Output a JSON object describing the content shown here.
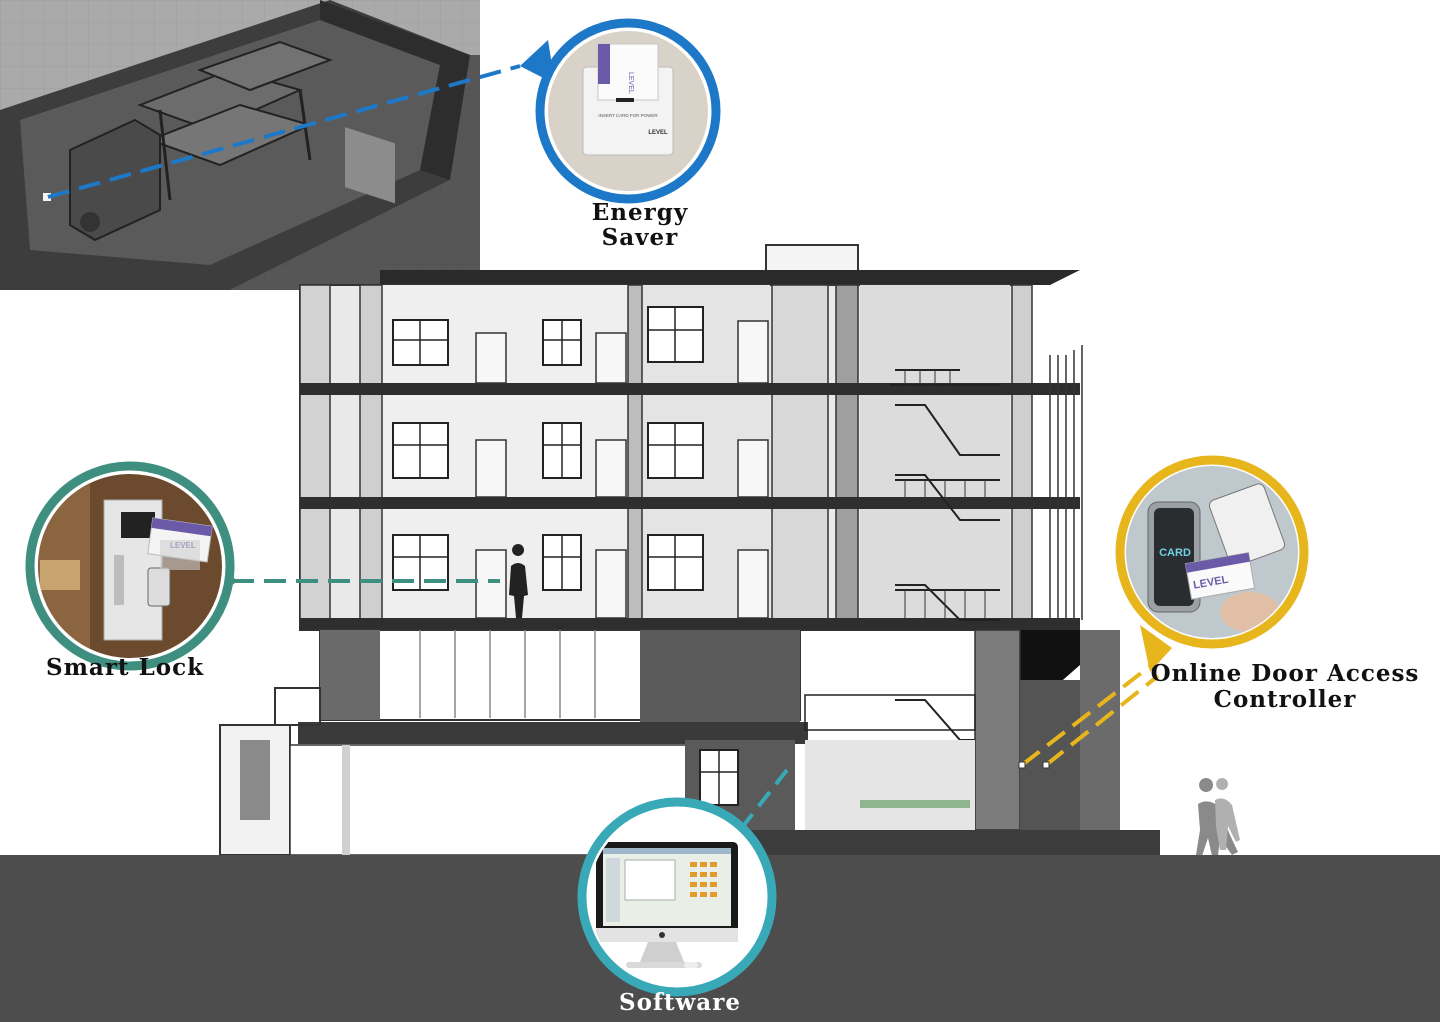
{
  "labels": {
    "energy_saver": [
      "Energy",
      "Saver"
    ],
    "smart_lock": "Smart Lock",
    "online_door": [
      "Online Door Access",
      "Controller"
    ],
    "software": "Software"
  },
  "device_text": {
    "card_brand": "LEVEL",
    "energy_saver_slot": "INSERT CARD FOR POWER",
    "energy_saver_brand": "LEVEL",
    "reader_card": "CARD"
  },
  "colors": {
    "energy_saver": "#1e78c8",
    "smart_lock": "#3f8f80",
    "online_door": "#e7b51c",
    "software": "#39a9b8",
    "ground": "#4d4d4d",
    "card_accent": "#6b5aa8"
  }
}
